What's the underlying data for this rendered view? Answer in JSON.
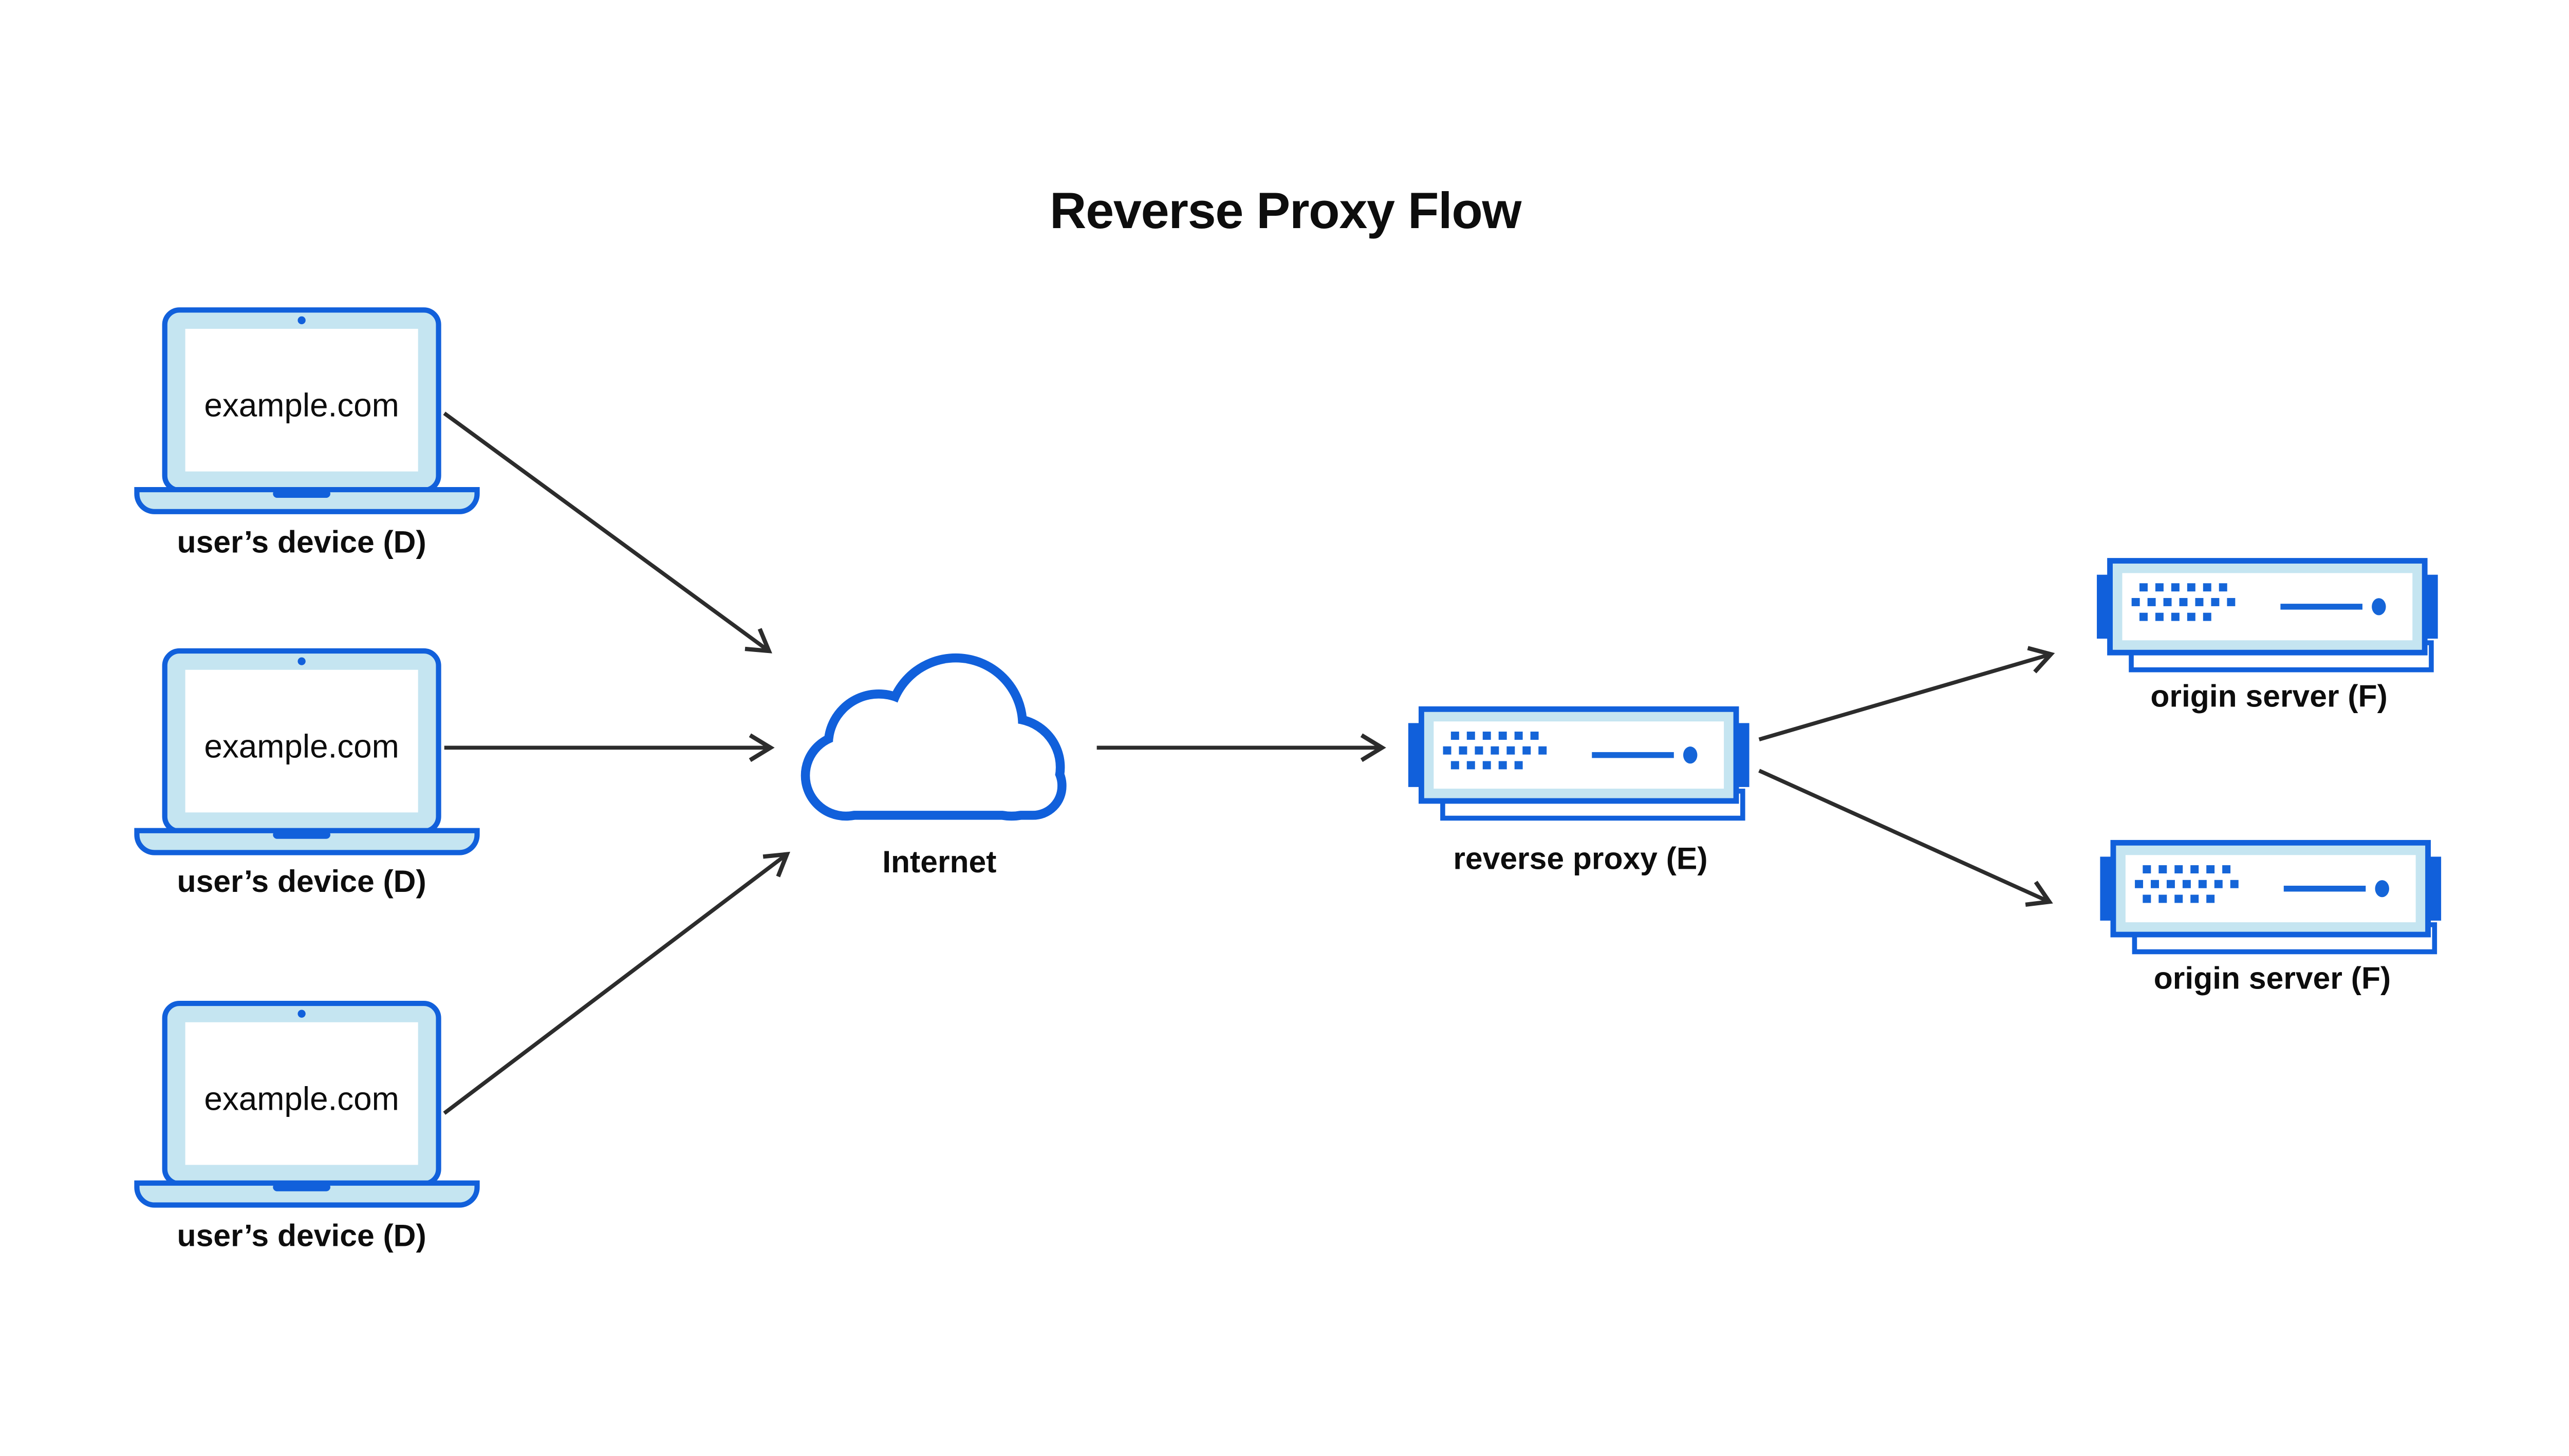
{
  "title": "Reverse Proxy Flow",
  "palette": {
    "outline": "#1160DB",
    "accent": "#1565D8",
    "light": "#C5E5F1",
    "arrow": "#2C2C2C",
    "text": "#0D0D0D",
    "background": "#FFFFFF"
  },
  "icons": {
    "device": "laptop-icon",
    "internet": "cloud-icon",
    "server": "rack-server-icon",
    "connector": "arrowhead-icon"
  },
  "devices": [
    {
      "screen_label": "example.com",
      "caption": "user’s device (D)"
    },
    {
      "screen_label": "example.com",
      "caption": "user’s device (D)"
    },
    {
      "screen_label": "example.com",
      "caption": "user’s device (D)"
    }
  ],
  "internet": {
    "label": "Internet"
  },
  "reverse_proxy": {
    "label": "reverse proxy (E)"
  },
  "origin_servers": [
    {
      "label": "origin server (F)"
    },
    {
      "label": "origin server (F)"
    }
  ]
}
